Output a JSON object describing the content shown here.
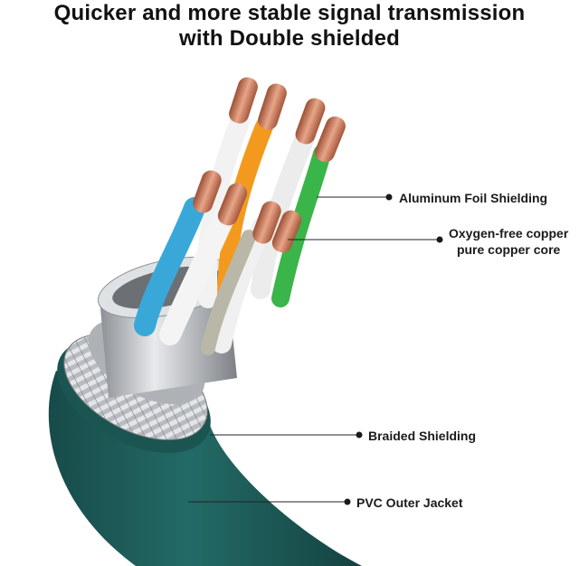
{
  "headline": {
    "line1": "Quicker and more stable signal transmission",
    "line2": "with Double shielded"
  },
  "callouts": {
    "foil": "Aluminum Foil Shielding",
    "copper_line1": "Oxygen-free copper",
    "copper_line2": "pure copper core",
    "braid": "Braided Shielding",
    "jacket": "PVC Outer Jacket"
  },
  "colors": {
    "jacket": "#1f5f5c",
    "jacket_dark": "#154845",
    "braid": "#c9ccd0",
    "foil": "#d5d8dc",
    "copper": "#c9785a",
    "wire_orange": "#f39a1e",
    "wire_green": "#39b54a",
    "wire_blue": "#39a8d8",
    "wire_white": "#f2f2f2",
    "callout_line": "#222222"
  }
}
